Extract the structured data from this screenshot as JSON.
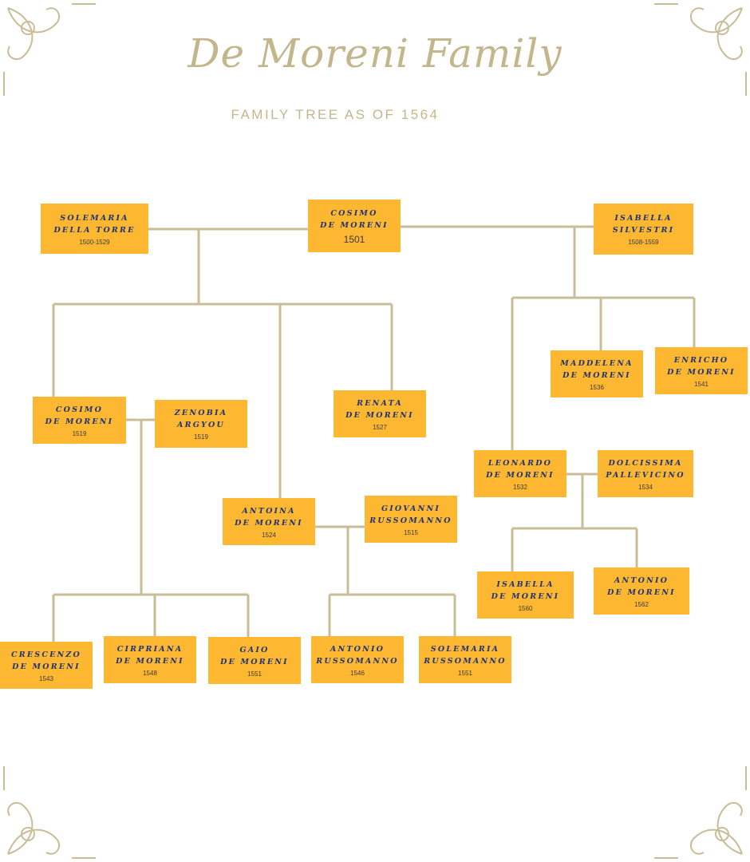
{
  "header": {
    "title": "De Moreni Family",
    "subtitle": "FAMILY TREE AS OF 1564"
  },
  "colors": {
    "box": "#fdb731",
    "name_text": "#1e3475",
    "lines": "#c9bd98",
    "title": "#c4b68c"
  },
  "people": [
    {
      "line1": "SOLEMARIA",
      "line2": "DELLA TORRE",
      "years": "1500-1529"
    },
    {
      "line1": "COSIMO",
      "line2": "DE MORENI",
      "years": "1501"
    },
    {
      "line1": "ISABELLA",
      "line2": "SILVESTRI",
      "years": "1508-1559"
    },
    {
      "line1": "COSIMO",
      "line2": "DE MORENI",
      "years": "1519"
    },
    {
      "line1": "ZENOBIA",
      "line2": "ARGYOU",
      "years": "1519"
    },
    {
      "line1": "RENATA",
      "line2": "DE MORENI",
      "years": "1527"
    },
    {
      "line1": "MADDELENA",
      "line2": "DE MORENI",
      "years": "1536"
    },
    {
      "line1": "ENRICHO",
      "line2": "DE MORENI",
      "years": "1541"
    },
    {
      "line1": "LEONARDO",
      "line2": "DE MORENI",
      "years": "1532"
    },
    {
      "line1": "DOLCISSIMA",
      "line2": "PALLEVICINO",
      "years": "1534"
    },
    {
      "line1": "ANTOINA",
      "line2": "DE MORENI",
      "years": "1524"
    },
    {
      "line1": "GIOVANNI",
      "line2": "RUSSOMANNO",
      "years": "1515"
    },
    {
      "line1": "ISABELLA",
      "line2": "DE MORENI",
      "years": "1560"
    },
    {
      "line1": "ANTONIO",
      "line2": "DE MORENI",
      "years": "1562"
    },
    {
      "line1": "CRESCENZO",
      "line2": "DE MORENI",
      "years": "1543"
    },
    {
      "line1": "CIRPRIANA",
      "line2": "DE MORENI",
      "years": "1548"
    },
    {
      "line1": "GAIO",
      "line2": "DE MORENI",
      "years": "1551"
    },
    {
      "line1": "ANTONIO",
      "line2": "RUSSOMANNO",
      "years": "1546"
    },
    {
      "line1": "SOLEMARIA",
      "line2": "RUSSOMANNO",
      "years": "1551"
    }
  ]
}
